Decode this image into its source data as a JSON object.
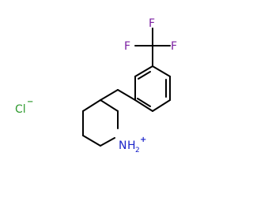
{
  "molecule": {
    "name": "3-[3-(trifluoromethyl)benzyl]piperidinium chloride",
    "colors": {
      "bond": "#000000",
      "fluorine": "#7b1fa2",
      "nitrogen": "#1a23c9",
      "chlorine": "#2e9a2e"
    },
    "labels": {
      "f_top": "F",
      "f_left": "F",
      "f_right": "F",
      "cl": "Cl",
      "cl_charge": "−",
      "n": "N",
      "n_h": "H",
      "n_h_count": "2",
      "n_charge": "+"
    }
  }
}
